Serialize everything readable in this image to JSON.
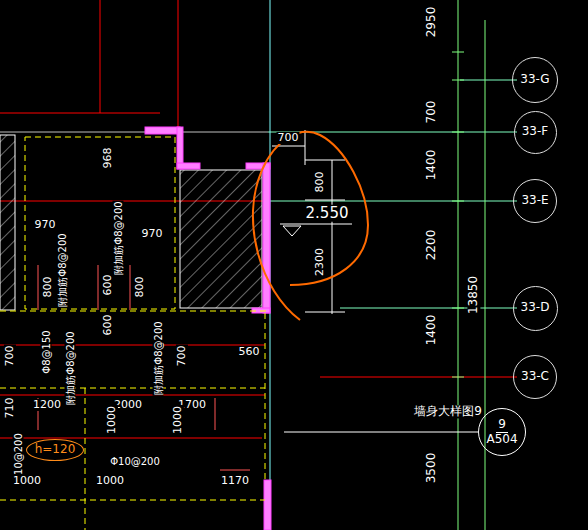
{
  "diagram": {
    "nodes": [
      {
        "text": [
          "33-G"
        ]
      },
      {
        "text": [
          "33-F"
        ]
      },
      {
        "text": [
          "33-E"
        ]
      },
      {
        "text": [
          "33-D"
        ]
      },
      {
        "text": [
          "33-C"
        ]
      },
      {
        "text": [
          "9",
          "A504"
        ]
      },
      {
        "text": [
          "h=120"
        ]
      }
    ],
    "labels": [
      "2950",
      "700",
      "1400",
      "2200",
      "13850",
      "1400",
      "3500",
      "700",
      "800",
      "2.550",
      "2300",
      "968",
      "970",
      "970",
      "附加筋Φ8@200",
      "附加筋Φ8@200",
      "800",
      "600",
      "800",
      "Φ8@150",
      "600",
      "附加筋Φ8@200",
      "附加筋Φ8@200",
      "700",
      "700",
      "560",
      "710",
      "1200",
      "2000",
      "1700",
      "1000",
      "1000",
      "墙身大样图9",
      "Φ10@200",
      "Φ10@200",
      "1000",
      "1000",
      "1170"
    ]
  }
}
